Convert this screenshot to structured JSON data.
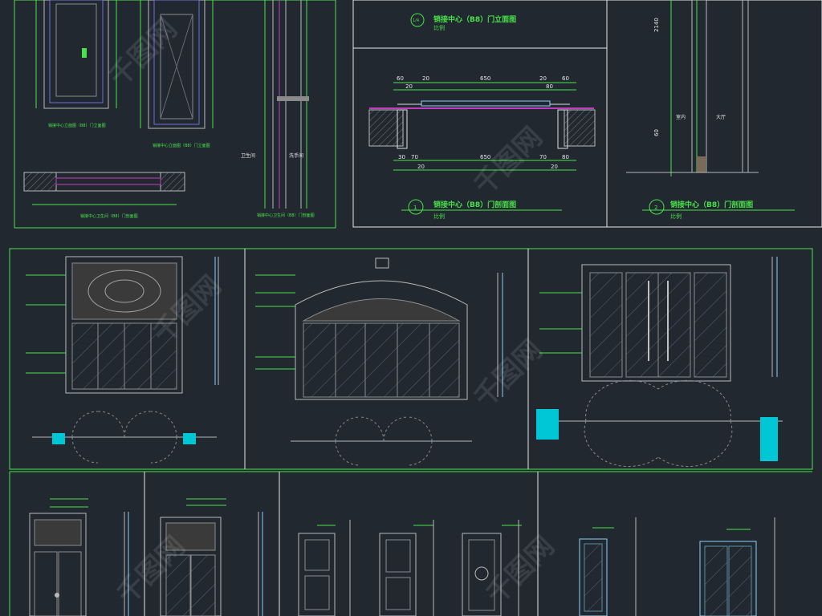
{
  "panels": {
    "top_right_title_1": {
      "number": "1",
      "label": "销接中心（B8）门剖面图",
      "scale": "比例"
    },
    "top_right_title_2": {
      "number": "2",
      "label": "销接中心（B8）门剖面图",
      "scale": "比例"
    },
    "top_mid_title": {
      "number": "1/4",
      "label": "销接中心（B8）门立面图",
      "scale": "比例"
    },
    "top_left_title_1": "销接中心立面图（B8）门立面图",
    "top_left_title_2": "销接中心立面图（B8）门立面图",
    "top_left_title_3": "销接中心卫生间（B8）门剖面图",
    "top_left_title_4": "销接中心卫生间（B8）门剖面图"
  },
  "dimensions": {
    "top": [
      "60",
      "20",
      "650",
      "20",
      "60"
    ],
    "sub_top": [
      "20",
      "80"
    ],
    "bottom": [
      "20",
      "650",
      "20"
    ],
    "bottom_sub": [
      "30",
      "70",
      "70",
      "80"
    ],
    "vertical_main": "2140",
    "vertical_sub": "60"
  },
  "rooms": {
    "restroom": "卫生间",
    "washroom": "洗手间",
    "indoor": "室内",
    "hall": "大厅"
  },
  "watermark": "千图网"
}
